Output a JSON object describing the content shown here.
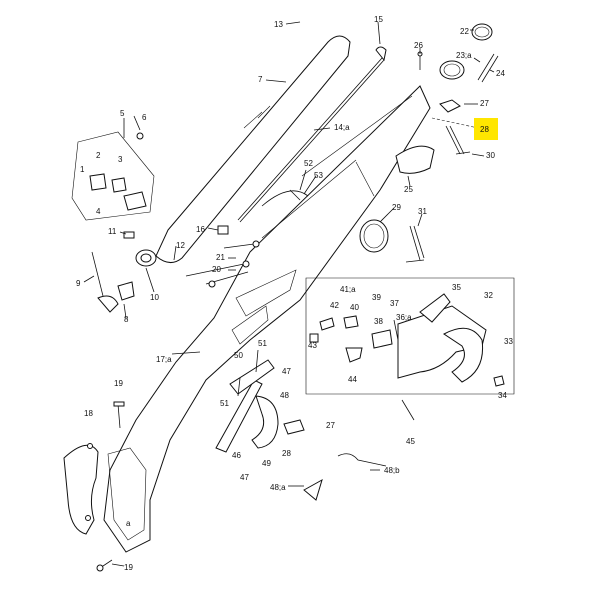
{
  "diagram": {
    "callouts": [
      {
        "id": "c13",
        "text": "13"
      },
      {
        "id": "c15",
        "text": "15"
      },
      {
        "id": "c7",
        "text": "7"
      },
      {
        "id": "c26",
        "text": "26"
      },
      {
        "id": "c22",
        "text": "22"
      },
      {
        "id": "c23a",
        "text": "23;a"
      },
      {
        "id": "c24",
        "text": "24"
      },
      {
        "id": "c27top",
        "text": "27"
      },
      {
        "id": "c28top",
        "text": "28",
        "highlighted": true
      },
      {
        "id": "c30",
        "text": "30"
      },
      {
        "id": "c25",
        "text": "25"
      },
      {
        "id": "c14a",
        "text": "14;a"
      },
      {
        "id": "c5",
        "text": "5"
      },
      {
        "id": "c6",
        "text": "6"
      },
      {
        "id": "c2",
        "text": "2"
      },
      {
        "id": "c3",
        "text": "3"
      },
      {
        "id": "c1",
        "text": "1"
      },
      {
        "id": "c4",
        "text": "4"
      },
      {
        "id": "c52",
        "text": "52"
      },
      {
        "id": "c53",
        "text": "53"
      },
      {
        "id": "c29",
        "text": "29"
      },
      {
        "id": "c31",
        "text": "31"
      },
      {
        "id": "c11",
        "text": "11"
      },
      {
        "id": "c16",
        "text": "16"
      },
      {
        "id": "c12",
        "text": "12"
      },
      {
        "id": "c21",
        "text": "21"
      },
      {
        "id": "c20",
        "text": "20"
      },
      {
        "id": "c9",
        "text": "9"
      },
      {
        "id": "c10",
        "text": "10"
      },
      {
        "id": "c8",
        "text": "8"
      },
      {
        "id": "c41a",
        "text": "41;a"
      },
      {
        "id": "c35",
        "text": "35"
      },
      {
        "id": "c32",
        "text": "32"
      },
      {
        "id": "c42",
        "text": "42"
      },
      {
        "id": "c40",
        "text": "40"
      },
      {
        "id": "c39",
        "text": "39"
      },
      {
        "id": "c37",
        "text": "37"
      },
      {
        "id": "c38",
        "text": "38"
      },
      {
        "id": "c36a",
        "text": "36;a"
      },
      {
        "id": "c43",
        "text": "43"
      },
      {
        "id": "c33",
        "text": "33"
      },
      {
        "id": "c34",
        "text": "34"
      },
      {
        "id": "c44",
        "text": "44"
      },
      {
        "id": "c17a",
        "text": "17;a"
      },
      {
        "id": "c51top",
        "text": "51"
      },
      {
        "id": "c50",
        "text": "50"
      },
      {
        "id": "c47top",
        "text": "47"
      },
      {
        "id": "c48",
        "text": "48"
      },
      {
        "id": "c51",
        "text": "51"
      },
      {
        "id": "c19top",
        "text": "19"
      },
      {
        "id": "c18",
        "text": "18"
      },
      {
        "id": "c27",
        "text": "27"
      },
      {
        "id": "c28",
        "text": "28"
      },
      {
        "id": "c45",
        "text": "45"
      },
      {
        "id": "c46",
        "text": "46"
      },
      {
        "id": "c49",
        "text": "49"
      },
      {
        "id": "c47",
        "text": "47"
      },
      {
        "id": "c48b",
        "text": "48;b"
      },
      {
        "id": "c48a",
        "text": "48;a"
      },
      {
        "id": "c19",
        "text": "19"
      },
      {
        "id": "ca",
        "text": "a"
      }
    ]
  },
  "colors": {
    "highlight": "#ffe600",
    "ink": "#111111",
    "background": "#ffffff"
  }
}
